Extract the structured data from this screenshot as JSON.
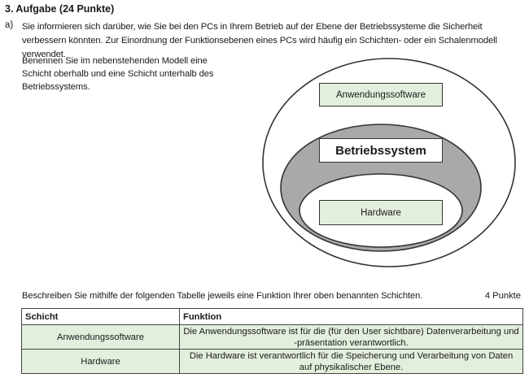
{
  "header": {
    "task_title": "3. Aufgabe (24 Punkte)"
  },
  "part_a": {
    "label": "a)",
    "intro": "Sie informieren sich darüber, wie Sie bei den PCs in Ihrem Betrieb auf der Ebene der Betriebssysteme die Sicherheit verbessern könnten. Zur Einordnung der Funktionsebenen eines PCs wird häufig ein Schichten- oder ein Schalenmodell verwendet.",
    "instruction": "Benennen Sie im nebenstehenden Modell eine Schicht oberhalb und eine Schicht unterhalb des Betriebssystems."
  },
  "diagram": {
    "outer_layer": "Anwendungssoftware",
    "middle_layer": "Betriebssystem",
    "inner_layer": "Hardware",
    "colors": {
      "label_fill": "#e3efdd",
      "ring_fill": "#a9a9a9",
      "stroke": "#333333"
    }
  },
  "subtask": {
    "text": "Beschreiben Sie mithilfe der folgenden Tabelle jeweils eine Funktion Ihrer oben benannten Schichten.",
    "points": "4 Punkte"
  },
  "table": {
    "headers": [
      "Schicht",
      "Funktion"
    ],
    "rows": [
      {
        "layer": "Anwendungssoftware",
        "function": "Die Anwendungssoftware ist für die (für den User sichtbare) Datenverarbeitung und -präsentation verantwortlich."
      },
      {
        "layer": "Hardware",
        "function": "Die Hardware ist verantwortlich für die Speicherung und Verarbeitung von Daten auf physikalischer Ebene."
      }
    ]
  }
}
